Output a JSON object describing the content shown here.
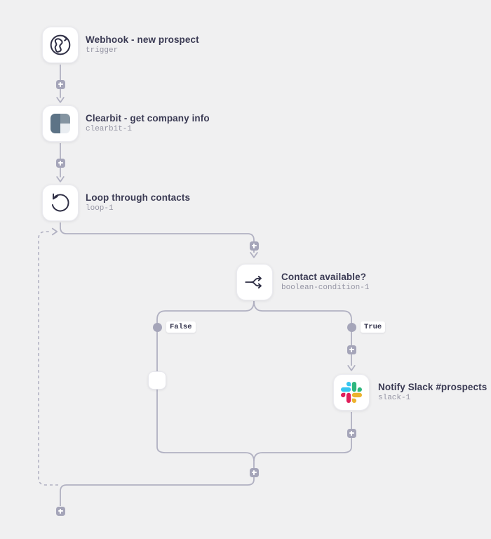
{
  "canvas": {
    "background_color": "#f0f0f1",
    "edge_color": "#b1b1c2",
    "connector_color": "#a5a5b9"
  },
  "nodes": [
    {
      "title": "Webhook - new prospect",
      "subtitle": "trigger",
      "icon": "globe-icon"
    },
    {
      "title": "Clearbit - get company info",
      "subtitle": "clearbit-1",
      "icon": "clearbit-logo"
    },
    {
      "title": "Loop through contacts",
      "subtitle": "loop-1",
      "icon": "loop-icon"
    },
    {
      "title": "Contact available?",
      "subtitle": "boolean-condition-1",
      "icon": "branch-split-icon"
    },
    {
      "title": "Notify Slack #prospects",
      "subtitle": "slack-1",
      "icon": "slack-logo"
    }
  ],
  "branches": {
    "false_label": "False",
    "true_label": "True"
  },
  "brand_colors": {
    "slack_blue": "#36C5F0",
    "slack_green": "#2EB67D",
    "slack_red": "#E01E5A",
    "slack_yellow": "#ECB22E",
    "clearbit_dark": "#5d7386",
    "clearbit_mid": "#8494a1",
    "clearbit_light": "#e9edf1"
  }
}
